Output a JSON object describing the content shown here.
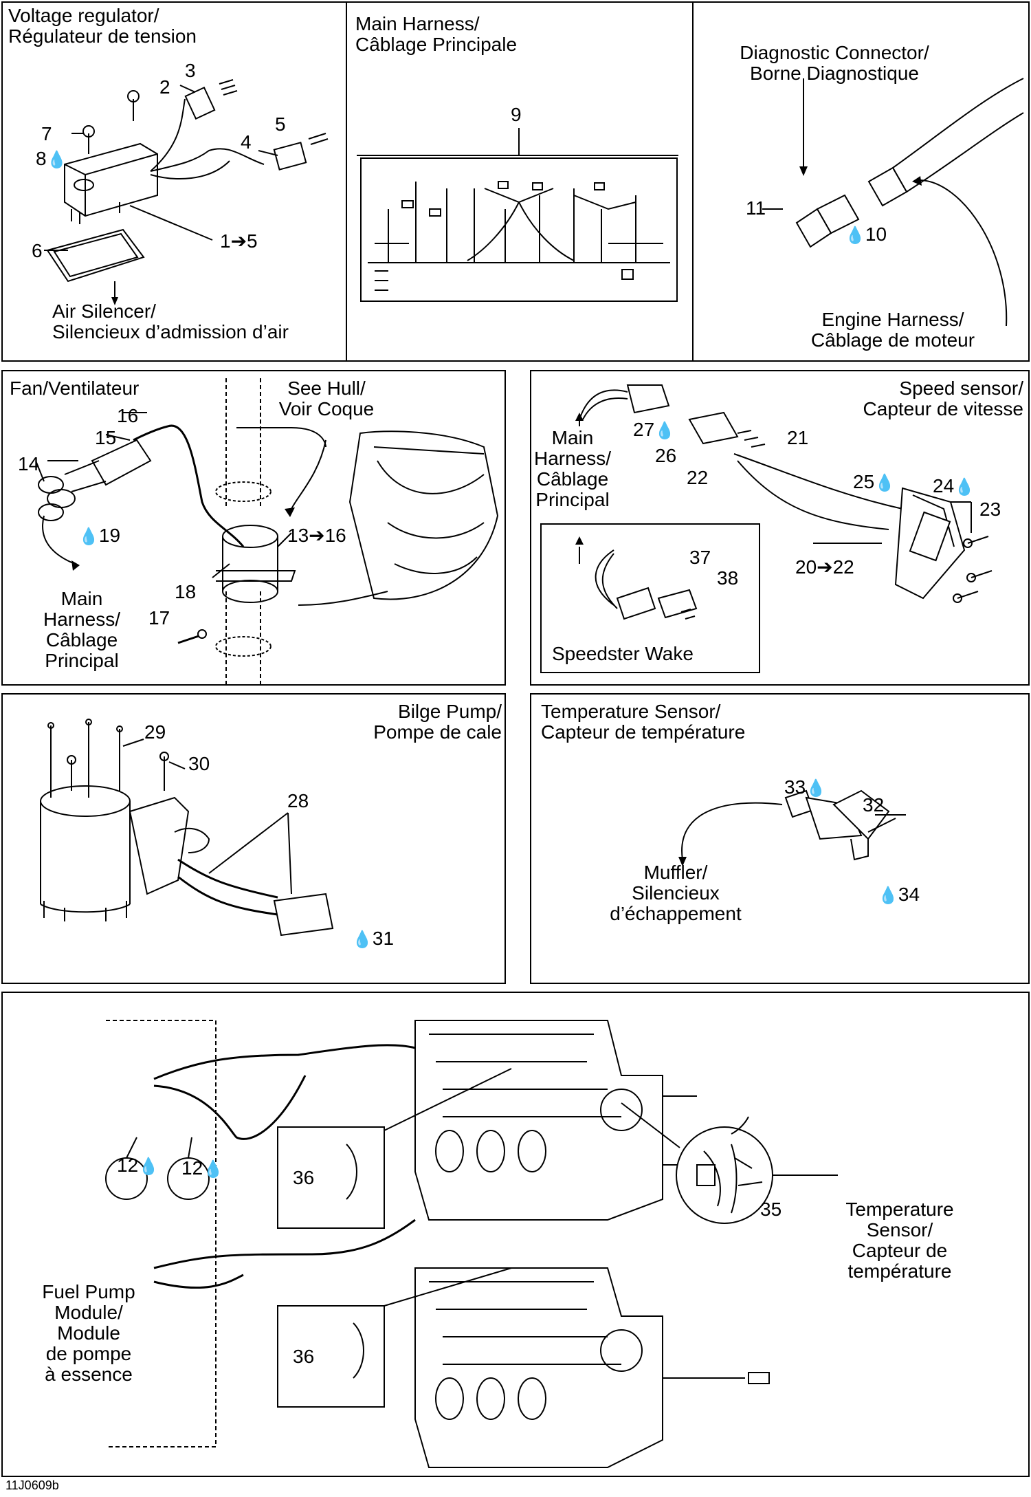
{
  "diagram_code": "11J0609b",
  "drop_glyph": "💧",
  "panels": {
    "voltage_regulator": {
      "title": [
        "Voltage regulator/",
        "Régulateur de tension"
      ],
      "callouts": [
        "1➔5",
        "2",
        "3",
        "4",
        "5",
        "6",
        "7",
        "8"
      ],
      "air_silencer": [
        "Air Silencer/",
        "Silencieux d’admission d’air"
      ]
    },
    "main_harness": {
      "title": [
        "Main Harness/",
        "Câblage Principale"
      ],
      "callouts": [
        "9"
      ]
    },
    "diagnostic": {
      "title": [
        "Diagnostic Connector/",
        "Borne Diagnostique"
      ],
      "callouts": [
        "11",
        "10"
      ],
      "engine_harness": [
        "Engine Harness/",
        "Câblage de moteur"
      ]
    },
    "fan": {
      "title": "Fan/Ventilateur",
      "see_hull": [
        "See Hull/",
        "Voir Coque"
      ],
      "callouts": [
        "14",
        "15",
        "16",
        "19",
        "13➔16",
        "17",
        "18"
      ],
      "main_harness": [
        "Main",
        "Harness/",
        "Câblage",
        "Principal"
      ]
    },
    "speed_sensor": {
      "title": [
        "Speed sensor/",
        "Capteur de vitesse"
      ],
      "main_harness": [
        "Main",
        "Harness/",
        "Câblage",
        "Principal"
      ],
      "callouts": [
        "27",
        "26",
        "22",
        "21",
        "25",
        "24",
        "23",
        "20➔22",
        "37",
        "38"
      ],
      "speedster": "Speedster Wake"
    },
    "bilge_pump": {
      "title": [
        "Bilge Pump/",
        "Pompe de cale"
      ],
      "callouts": [
        "29",
        "30",
        "28",
        "31"
      ]
    },
    "temperature": {
      "title": [
        "Temperature Sensor/",
        "Capteur de température"
      ],
      "callouts": [
        "33",
        "32",
        "34"
      ],
      "muffler": [
        "Muffler/",
        "Silencieux",
        "d’échappement"
      ]
    },
    "engine": {
      "callouts": [
        "12",
        "12",
        "36",
        "36",
        "35"
      ],
      "fuel_pump": [
        "Fuel Pump",
        "Module/",
        "Module",
        "de pompe",
        "à essence"
      ],
      "temp_sensor": [
        "Temperature",
        "Sensor/",
        "Capteur de",
        "température"
      ]
    }
  }
}
